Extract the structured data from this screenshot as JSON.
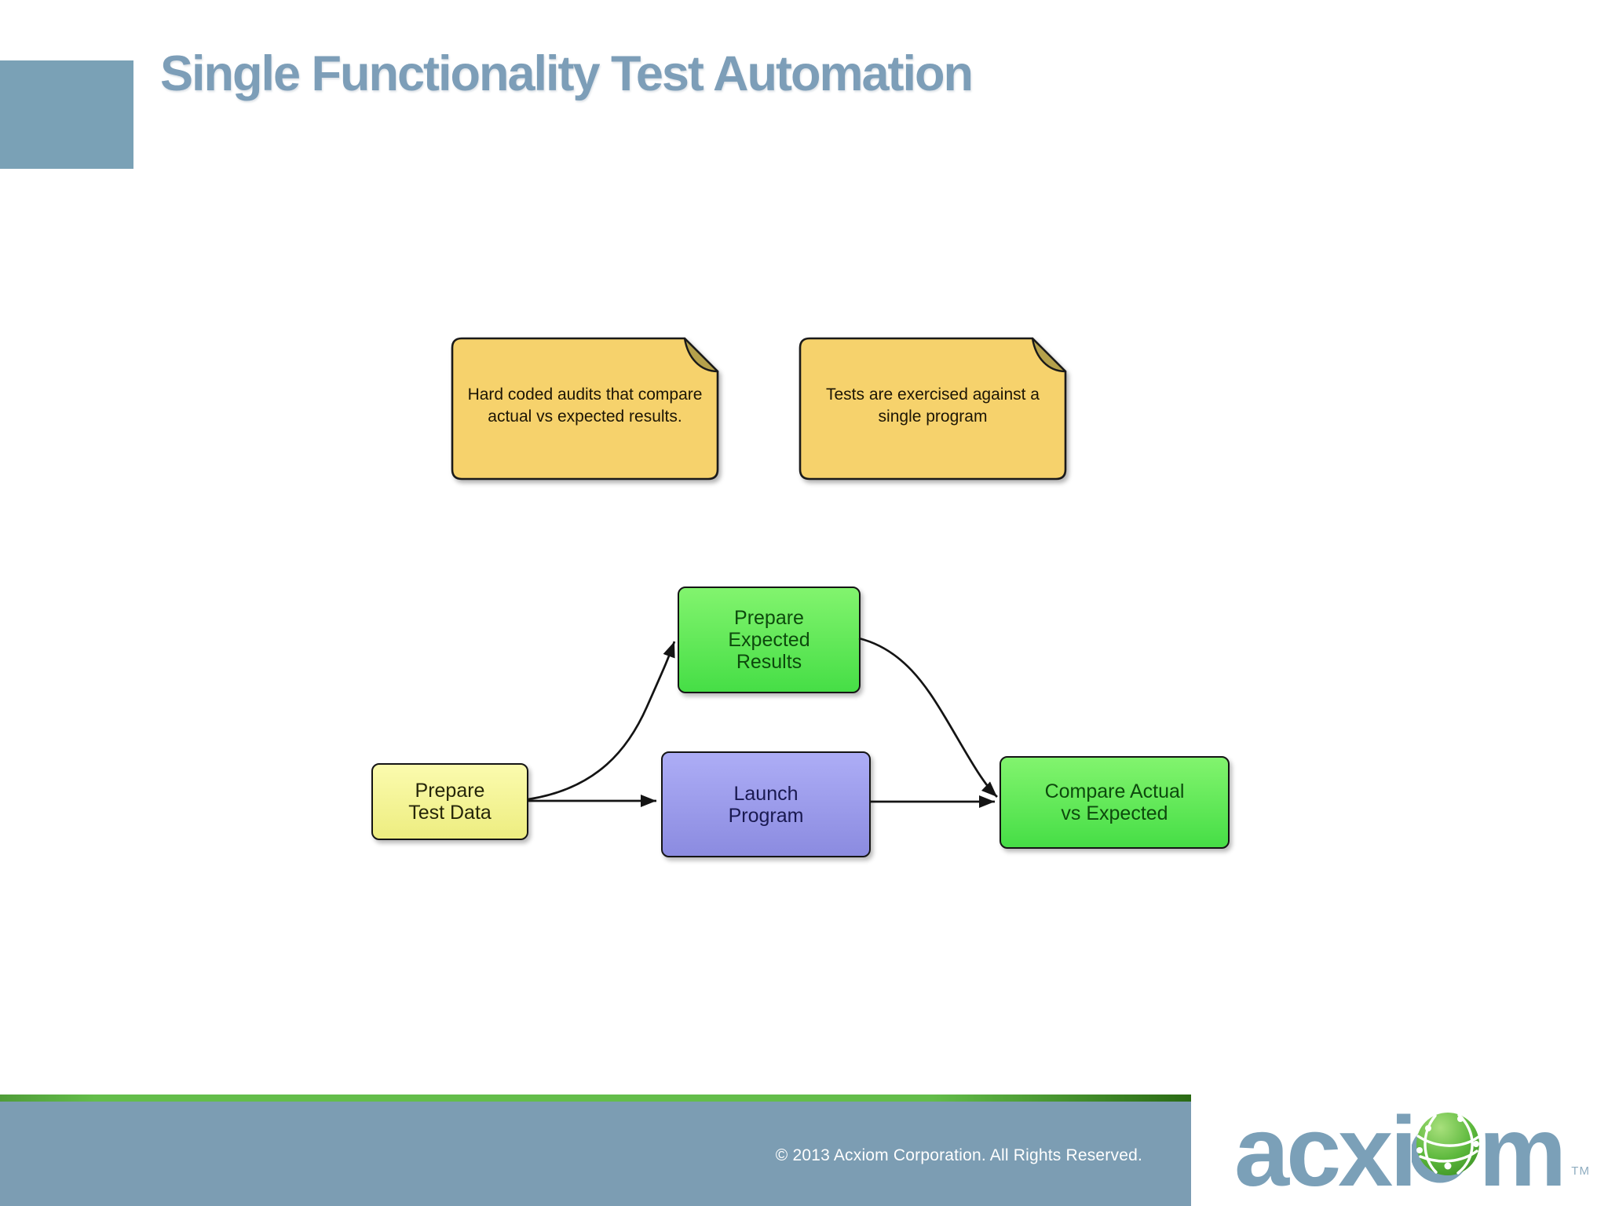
{
  "slide": {
    "title": "Single Functionality Test Automation"
  },
  "notes": [
    {
      "id": "note-hard-coded-audits",
      "lines": [
        "Hard coded audits that compare",
        "actual vs expected results."
      ]
    },
    {
      "id": "note-single-program",
      "lines": [
        "Tests are exercised against a",
        "single program"
      ]
    }
  ],
  "flowchart": {
    "nodes": [
      {
        "id": "prepare-test-data",
        "lines": [
          "Prepare",
          "Test Data"
        ]
      },
      {
        "id": "prepare-expected-results",
        "lines": [
          "Prepare",
          "Expected",
          "Results"
        ]
      },
      {
        "id": "launch-program",
        "lines": [
          "Launch",
          "Program"
        ]
      },
      {
        "id": "compare-actual-vs-expected",
        "lines": [
          "Compare Actual",
          "vs Expected"
        ]
      }
    ],
    "edges": [
      {
        "from": "prepare-test-data",
        "to": "launch-program"
      },
      {
        "from": "prepare-test-data",
        "to": "prepare-expected-results"
      },
      {
        "from": "prepare-expected-results",
        "to": "compare-actual-vs-expected"
      },
      {
        "from": "launch-program",
        "to": "compare-actual-vs-expected"
      }
    ]
  },
  "footer": {
    "copyright": "© 2013 Acxiom Corporation. All Rights Reserved."
  },
  "logo": {
    "word_start": "acxi",
    "word_end": "m",
    "trademark": "TM"
  },
  "colors": {
    "title": "#7d9eb8",
    "accent_square": "#7aa1b6",
    "footer_bar": "#7c9db3",
    "footer_line_green": "#63bd4a",
    "footer_line_dark": "#2a6a14",
    "note_fill": "#f6d26c",
    "note_fold": "#b5a14b",
    "node_yellow": "#f8f8a0",
    "node_green": "#5ce65c",
    "node_purple": "#a0a0ee",
    "node_green_text": "#0d4a0d",
    "node_purple_text": "#191950",
    "edge": "#141414",
    "logo_text": "#7ba0b8",
    "logo_globe": "#55b13a",
    "copyright_text": "#ffffff"
  }
}
